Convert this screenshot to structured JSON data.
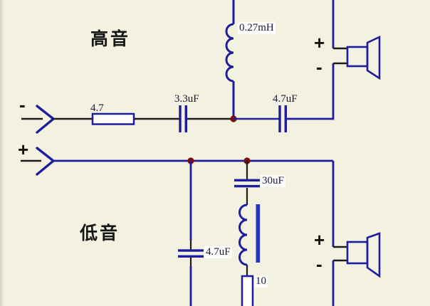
{
  "colors": {
    "background": "#f3f1e0",
    "wire_blue": "#1d1d9d",
    "wire_black": "#1c1c1c",
    "junction_dot": "#7e0e0e",
    "inductor_core": "#2433c0",
    "label_text": "#19193a",
    "title_text": "#161616"
  },
  "tweeter": {
    "title": "高音",
    "input_polarity": "-",
    "resistor_value": "4.7",
    "series_cap1_value": "3.3uF",
    "series_cap2_value": "4.7uF",
    "shunt_inductor_value": "0.27mH",
    "speaker_plus": "+",
    "speaker_minus": "-"
  },
  "woofer": {
    "title": "低音",
    "input_polarity": "+",
    "shunt_cap_value": "4.7uF",
    "zobel_cap_value": "30uF",
    "zobel_resistor_value": "10",
    "speaker_plus": "+",
    "speaker_minus": "-"
  }
}
